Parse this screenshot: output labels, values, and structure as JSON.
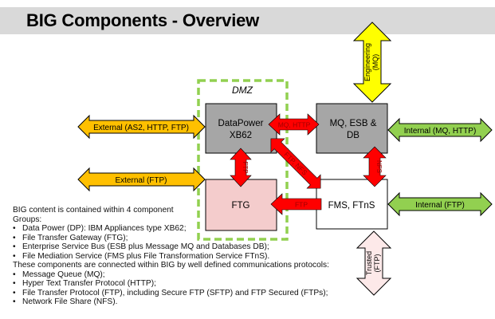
{
  "header": {
    "title": "BIG Components - Overview"
  },
  "diagram": {
    "zone": {
      "label": "DMZ",
      "color": "#92d050"
    },
    "components": [
      {
        "id": "datapower",
        "lines": [
          "DataPower",
          "XB62"
        ],
        "fill": "#a6a6a6"
      },
      {
        "id": "mq-esb-db",
        "lines": [
          "MQ, ESB &",
          "DB"
        ],
        "fill": "#a6a6a6"
      },
      {
        "id": "ftg",
        "lines": [
          "FTG"
        ],
        "fill": "#f4cccc"
      },
      {
        "id": "fms",
        "lines": [
          "FMS, FTnS"
        ],
        "fill": "#ffffff"
      }
    ],
    "external_links": [
      {
        "label": "External (AS2, HTTP, FTP)",
        "color": "#ffc000"
      },
      {
        "label": "External (FTP)",
        "color": "#ffc000"
      }
    ],
    "internal_links": [
      {
        "label": "Internal (MQ, HTTP)",
        "color": "#92d050"
      },
      {
        "label": "Internal (FTP)",
        "color": "#92d050"
      }
    ],
    "engineering_link": {
      "lines": [
        "Engineering",
        "(MQ)"
      ],
      "color": "#ffff00"
    },
    "trusted_link": {
      "lines": [
        "Trusted",
        "(FTP)"
      ],
      "color": "#fde9e9"
    },
    "internal_connections": [
      {
        "label": "MQ, HTTP",
        "from": "datapower",
        "to": "mq-esb-db"
      },
      {
        "label": "FTP",
        "from": "datapower",
        "to": "ftg"
      },
      {
        "label": "FTP, NFS",
        "from": "datapower",
        "to": "fms"
      },
      {
        "label": "NFS",
        "from": "mq-esb-db",
        "to": "fms"
      },
      {
        "label": "FTP",
        "from": "fms",
        "to": "ftg"
      }
    ],
    "connection_color": "#ff0000"
  },
  "description": {
    "intro": [
      "BIG content is contained within 4 component",
      "Groups:"
    ],
    "component_groups": [
      "Data Power (DP): IBM Appliances type XB62;",
      "File Transfer Gateway (FTG);",
      "Enterprise Service Bus (ESB plus Message MQ  and Databases DB);",
      "File Mediation Service (FMS plus File Transformation Service FTnS)."
    ],
    "protocols_intro": "These components are connected within BIG by well defined communications protocols:",
    "protocols": [
      "Message Queue (MQ);",
      "Hyper Text Transfer Protocol (HTTP);",
      "File Transfer Protocol (FTP), including Secure FTP (SFTP) and FTP Secured (FTPs);",
      "Network File Share (NFS)."
    ],
    "bullet": "•"
  }
}
